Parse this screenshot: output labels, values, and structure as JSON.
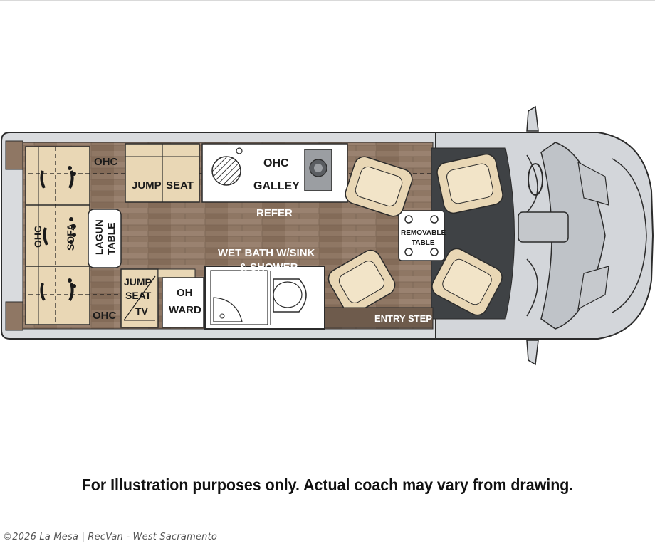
{
  "labels": {
    "ohc_front": "OHC",
    "jump_seat_1": "JUMP",
    "jump_seat_2": "SEAT",
    "ohc_galley": "OHC",
    "galley": "GALLEY",
    "refer": "REFER",
    "ohc_sofa": "OHC",
    "sofa": "SOFA",
    "lagun_1": "LAGUN",
    "lagun_2": "TABLE",
    "removable_1": "REMOVABLE",
    "removable_2": "TABLE",
    "wet_bath_1": "WET BATH W/SINK",
    "wet_bath_2": "& SHOWER",
    "jump_tv_1": "JUMP",
    "jump_tv_2": "SEAT",
    "jump_tv_3": "TV",
    "oh_ward_1": "OH",
    "oh_ward_2": "WARD",
    "ohc_rear": "OHC",
    "entry_step": "ENTRY STEP"
  },
  "caption": "For Illustration purposes only.  Actual coach may vary from drawing.",
  "credit": "©2026 La Mesa | RecVan - West Sacramento",
  "colors": {
    "floor": "#8c7561",
    "sofa": "#e9d7b5",
    "cab_floor": "#3f4245",
    "body": "#d7d9dc",
    "outline": "#2b2b2b"
  }
}
